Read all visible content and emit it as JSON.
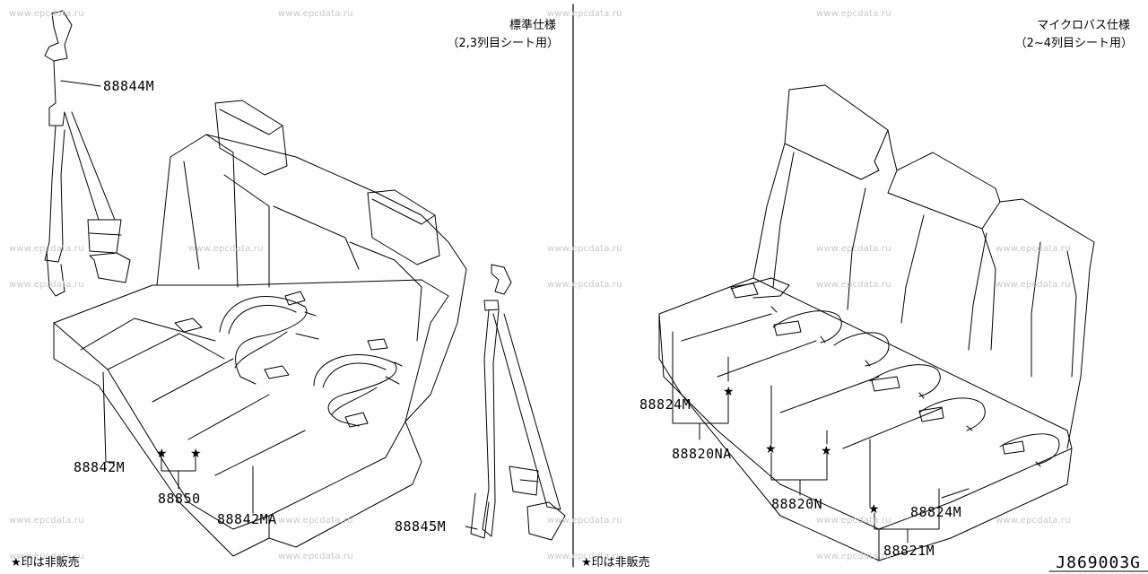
{
  "watermark": "www.epcdata.ru",
  "left_panel": {
    "spec_title": "標準仕様",
    "spec_subtitle": "（2,3列目シート用）",
    "note": "★印は非販売",
    "labels": {
      "p88844M": "88844M",
      "p88842M": "88842M",
      "p88850": "88850",
      "p88842MA": "88842MA",
      "p88845M": "88845M"
    }
  },
  "right_panel": {
    "spec_title": "マイクロバス仕様",
    "spec_subtitle": "（2~4列目シート用）",
    "note": "★印は非販売",
    "labels": {
      "p88824M_a": "88824M",
      "p88820NA": "88820NA",
      "p88820N": "88820N",
      "p88824M_b": "88824M",
      "p88821M": "88821M"
    }
  },
  "diagram_code": "J869003G",
  "icons": {
    "star": "star-icon"
  }
}
